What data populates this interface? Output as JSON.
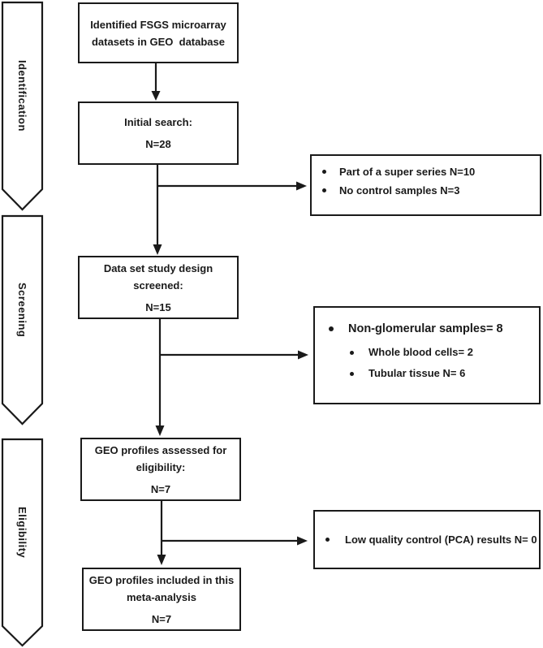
{
  "diagram": {
    "stages": [
      {
        "label": "Identification"
      },
      {
        "label": "Screening"
      },
      {
        "label": "Eligibility"
      }
    ],
    "flow_boxes": [
      {
        "title": "Identified FSGS microarray\ndatasets in GEO  database",
        "count": ""
      },
      {
        "title": "Initial search:",
        "count": "N=28"
      },
      {
        "title": "Data set study design\nscreened:",
        "count": "N=15"
      },
      {
        "title": "GEO profiles assessed for\neligibility:",
        "count": "N=7"
      },
      {
        "title": "GEO profiles included in this\nmeta-analysis",
        "count": "N=7"
      }
    ],
    "exclusion_boxes": [
      {
        "items": [
          "Part of a super series N=10",
          "No control samples N=3"
        ]
      },
      {
        "lead": "Non-glomerular samples= 8",
        "sub_items": [
          "Whole blood cells= 2",
          "Tubular tissue N= 6"
        ]
      },
      {
        "items": [
          "Low quality control (PCA) results N= 0"
        ]
      }
    ],
    "colors": {
      "line": "#1a1a1a",
      "background": "#ffffff"
    }
  }
}
